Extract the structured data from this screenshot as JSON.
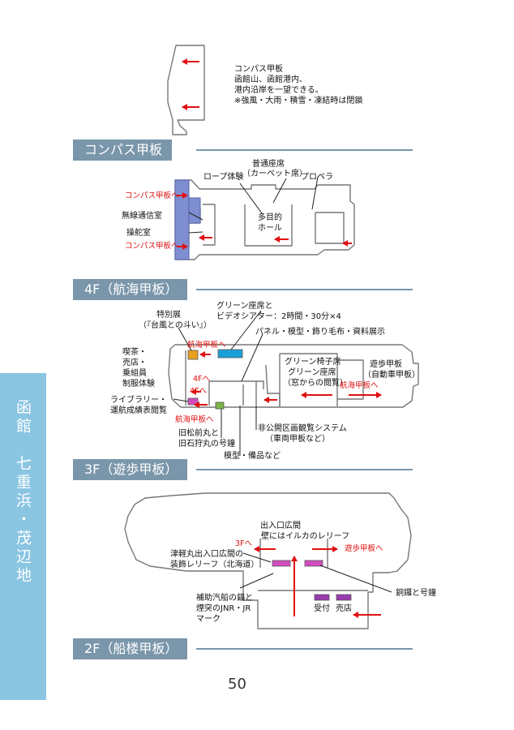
{
  "sidebar": {
    "region": "函館　七重浜・茂辺地"
  },
  "page_number": "50",
  "sections": {
    "compass": "コンパス甲板",
    "f4": "4F（航海甲板）",
    "f3": "3F（遊歩甲板）",
    "f2": "2F（船楼甲板）"
  },
  "compass_note": [
    "コンパス甲板",
    "函館山、函館港内、",
    "港内沿岸を一望できる。",
    "※強風・大雨・積雪・凍結時は閉鎖"
  ],
  "f4_labels": {
    "seat_1": "普通座席",
    "seat_2": "（カーペット席）",
    "rope": "ロープ体験",
    "propeller": "プロペラ",
    "to_compass_top": "コンパス甲板へ",
    "radio": "無線通信室",
    "helm": "操舵室",
    "to_compass_bottom": "コンパス甲板へ",
    "hall_1": "多目的",
    "hall_2": "ホール"
  },
  "f3_labels": {
    "green_1": "グリーン座席と",
    "green_2": "ビデオシアター：2時間・30分×4",
    "special_1": "特別展",
    "special_2": "（『台風との斗い』）",
    "panel": "パネル・模型・飾り毛布・資料展示",
    "cafe": [
      "喫茶・",
      "売店・",
      "乗組員",
      "制服体験"
    ],
    "to_nav_top": "航海甲板へ",
    "green_chair_1": "グリーン椅子席",
    "green_chair_2": "グリーン座席",
    "green_chair_3": "（窓からの閲覧）",
    "promenade_1": "遊歩甲板",
    "promenade_2": "（自動車甲板）",
    "to_nav_right": "航海甲板へ",
    "to_4f_a": "4Fへ",
    "to_4f_b": "4Fへ",
    "library_1": "ライブラリー・",
    "library_2": "運航成績表閲覧",
    "to_nav_bottom": "航海甲板へ",
    "bell_1": "旧松前丸と",
    "bell_2": "旧石狩丸の号鐘",
    "private_1": "非公開区画観覧システム",
    "private_2": "（車両甲板など）",
    "models": "模型・備品など"
  },
  "f2_labels": {
    "entrance_1": "出入口広間",
    "entrance_2": "壁にはイルカのレリーフ",
    "to_3f": "3Fへ",
    "to_promenade": "遊歩甲板へ",
    "tsugaru_1": "津軽丸出入口広間の",
    "tsugaru_2": "装飾レリーフ（北海道）",
    "gong": "銅鑼と号鐘",
    "anchor": [
      "補助汽船の錨と",
      "煙突のJNR・JR",
      "マーク"
    ],
    "reception": "受付",
    "shop": "売店"
  },
  "colors": {
    "section_bar": "#7a96aa",
    "sidebar": "#8ac5e2",
    "arrow": "#e01010",
    "bridge_fill": "#7f8ed1",
    "exhibit_orange": "#e8a020",
    "exhibit_blue": "#1aa0d8",
    "exhibit_pink": "#d24cc0",
    "exhibit_purple": "#9a3bb0",
    "exhibit_green": "#7ab648"
  }
}
